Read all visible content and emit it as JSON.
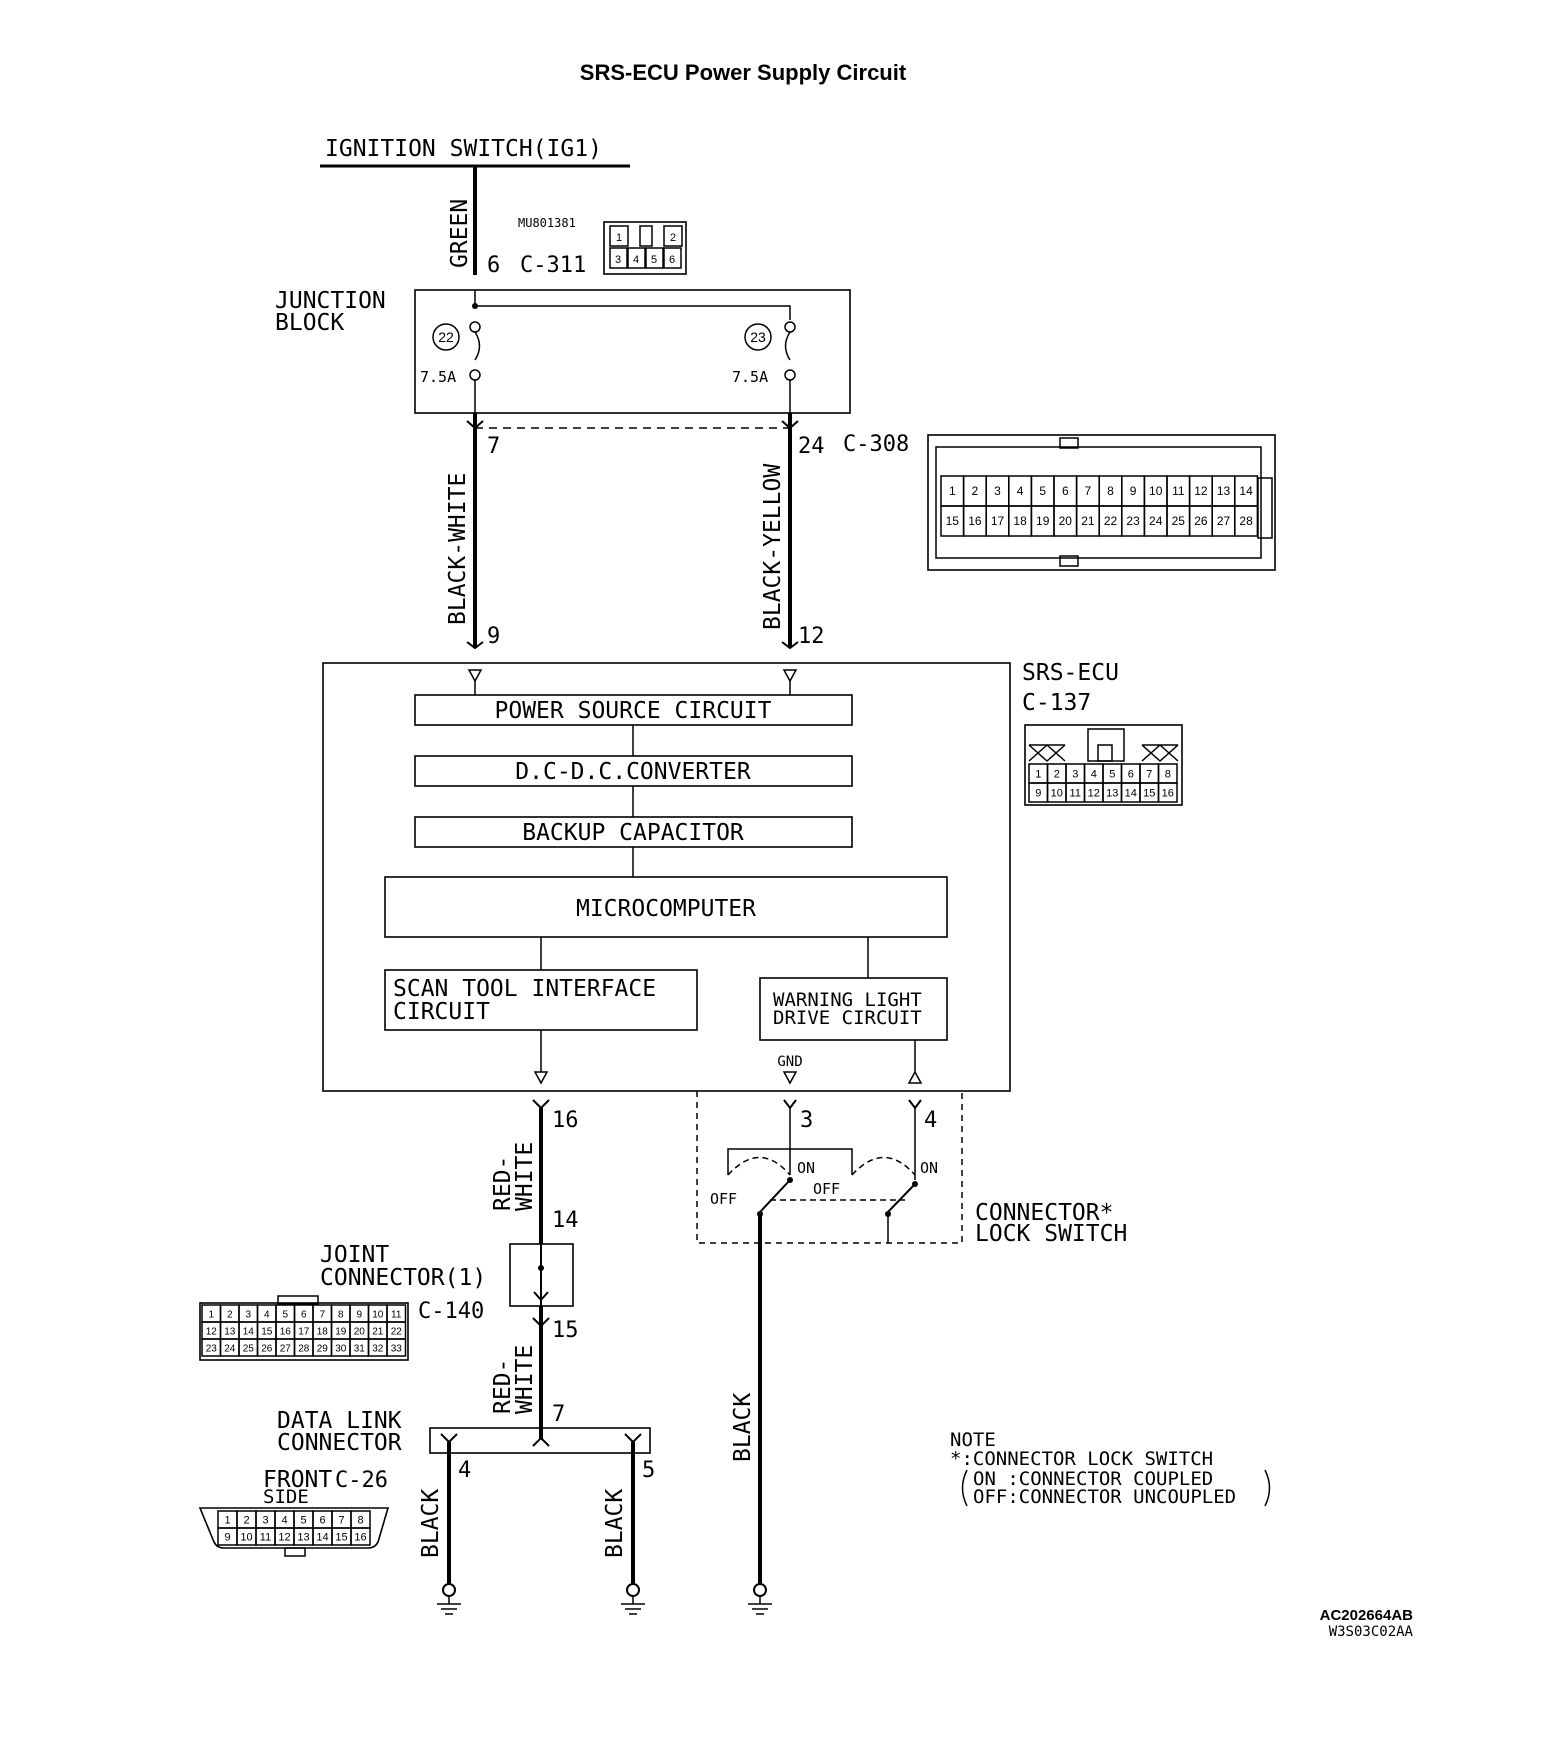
{
  "title": "SRS-ECU Power Supply Circuit",
  "ignition": {
    "label": "IGNITION SWITCH(IG1)"
  },
  "wires": {
    "green": "GREEN",
    "black_white": "BLACK-WHITE",
    "black_yellow": "BLACK-YELLOW",
    "red_white_1": "RED-\nWHITE",
    "red_white_2": "RED-\nWHITE",
    "black_ground": "BLACK",
    "black_dlc_4": "BLACK",
    "black_dlc_5": "BLACK"
  },
  "connectors": {
    "c311": {
      "pin": "6",
      "name": "C-311",
      "part_no": "MU801381",
      "cells": [
        "1",
        "2",
        "3",
        "4",
        "5",
        "6"
      ]
    },
    "c308": {
      "pin_left": "7",
      "pin_right": "24",
      "name": "C-308",
      "row1": [
        "1",
        "2",
        "3",
        "4",
        "5",
        "6",
        "7",
        "8",
        "9",
        "10",
        "11",
        "12",
        "13",
        "14"
      ],
      "row2": [
        "15",
        "16",
        "17",
        "18",
        "19",
        "20",
        "21",
        "22",
        "23",
        "24",
        "25",
        "26",
        "27",
        "28"
      ]
    },
    "c137": {
      "name": "SRS-ECU",
      "code": "C-137",
      "row1": [
        "1",
        "2",
        "3",
        "4",
        "5",
        "6",
        "7",
        "8"
      ],
      "row2": [
        "9",
        "10",
        "11",
        "12",
        "13",
        "14",
        "15",
        "16"
      ]
    },
    "c140": {
      "name_line1": "JOINT",
      "name_line2": "CONNECTOR(1)",
      "code": "C-140",
      "row1": [
        "1",
        "2",
        "3",
        "4",
        "5",
        "6",
        "7",
        "8",
        "9",
        "10",
        "11"
      ],
      "row2": [
        "12",
        "13",
        "14",
        "15",
        "16",
        "17",
        "18",
        "19",
        "20",
        "21",
        "22"
      ],
      "row3": [
        "23",
        "24",
        "25",
        "26",
        "27",
        "28",
        "29",
        "30",
        "31",
        "32",
        "33"
      ]
    },
    "c26": {
      "name_line1": "DATA LINK",
      "name_line2": "CONNECTOR",
      "front": "FRONT",
      "side": "SIDE",
      "code": "C-26",
      "row1": [
        "1",
        "2",
        "3",
        "4",
        "5",
        "6",
        "7",
        "8"
      ],
      "row2": [
        "9",
        "10",
        "11",
        "12",
        "13",
        "14",
        "15",
        "16"
      ]
    }
  },
  "junction_block": {
    "line1": "JUNCTION",
    "line2": "BLOCK",
    "fuse_left_num": "22",
    "fuse_right_num": "23",
    "fuse_left_rating": "7.5A",
    "fuse_right_rating": "7.5A"
  },
  "pins": {
    "ecu_9": "9",
    "ecu_12": "12",
    "ecu_16": "16",
    "ecu_3": "3",
    "ecu_4": "4",
    "jc_14": "14",
    "jc_15": "15",
    "dlc_7": "7",
    "dlc_4": "4",
    "dlc_5": "5"
  },
  "ecu_blocks": {
    "power_source": "POWER SOURCE CIRCUIT",
    "dcdc": "D.C-D.C.CONVERTER",
    "backup": "BACKUP CAPACITOR",
    "micro": "MICROCOMPUTER",
    "scan_line1": "SCAN TOOL INTERFACE",
    "scan_line2": "CIRCUIT",
    "warn_line1": "WARNING LIGHT",
    "warn_line2": "DRIVE CIRCUIT",
    "gnd": "GND"
  },
  "lock_switch": {
    "on_left": "ON",
    "on_right": "ON",
    "off_left": "OFF",
    "off_right": "OFF",
    "line1": "CONNECTOR*",
    "line2": "LOCK SWITCH"
  },
  "note": {
    "heading": "NOTE",
    "line1": "*:CONNECTOR LOCK SWITCH",
    "line2": "ON :CONNECTOR COUPLED",
    "line3": "OFF:CONNECTOR UNCOUPLED"
  },
  "codes": {
    "code1": "AC202664AB",
    "code2": "W3S03C02AA"
  }
}
